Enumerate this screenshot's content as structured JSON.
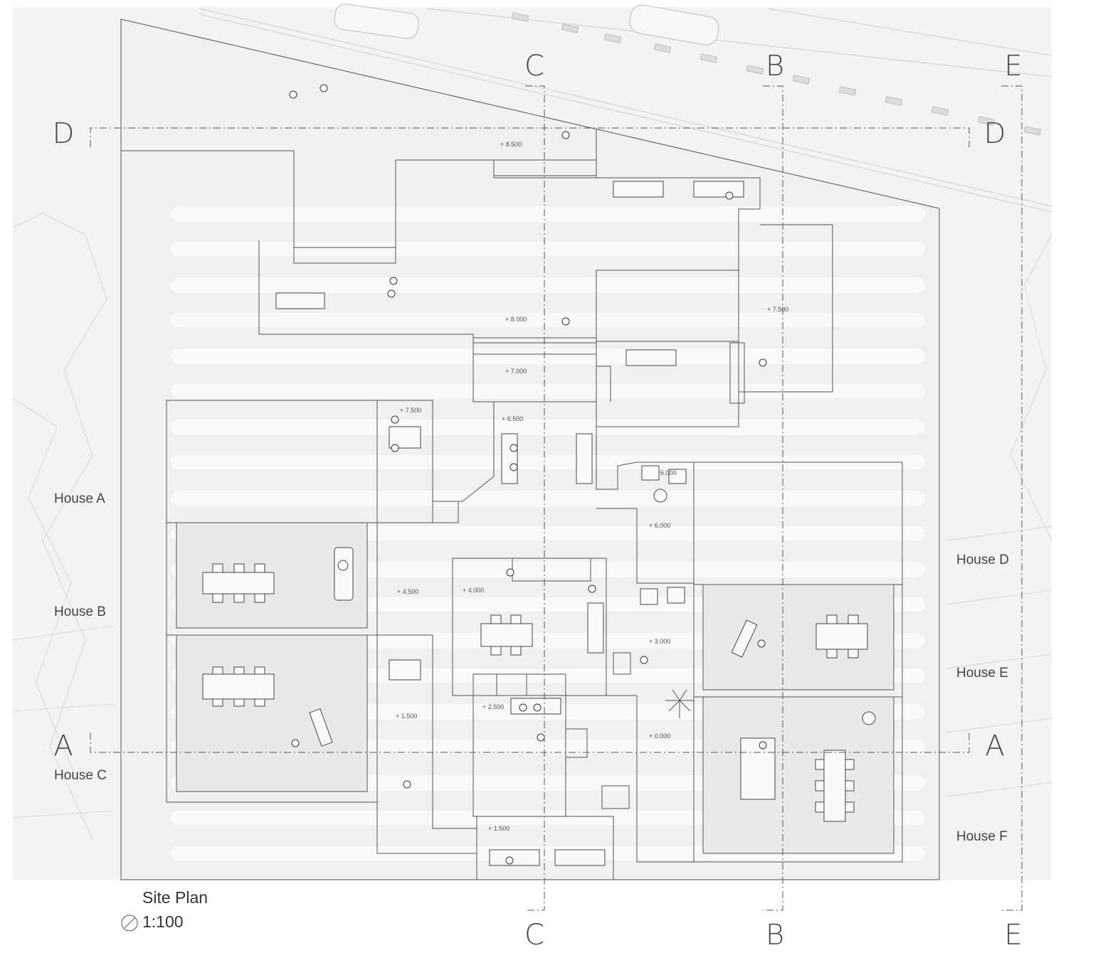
{
  "title": "Site Plan",
  "scale": "1:100",
  "sections": {
    "top": [
      "C",
      "B",
      "E"
    ],
    "bottom": [
      "C",
      "B",
      "E"
    ],
    "left": [
      "D",
      "A"
    ],
    "right": [
      "D",
      "A"
    ]
  },
  "houses": {
    "left": [
      "House A",
      "House B",
      "House C"
    ],
    "right": [
      "House D",
      "House E",
      "House F"
    ]
  },
  "elevations": [
    "+ 8.500",
    "+ 8.000",
    "+ 7.500",
    "+ 7.000",
    "+ 7.500",
    "+ 6.500",
    "6.000",
    "+ 6.000",
    "+ 4.000",
    "+ 4.500",
    "+ 3.000",
    "+ 2.500",
    "+ 1.500",
    "+ 0.000",
    "+ 1.500"
  ],
  "colors": {
    "line": "#555555",
    "fill_light": "#f0f0f0",
    "fill_ground": "#e6e6e6",
    "text": "#444444"
  }
}
